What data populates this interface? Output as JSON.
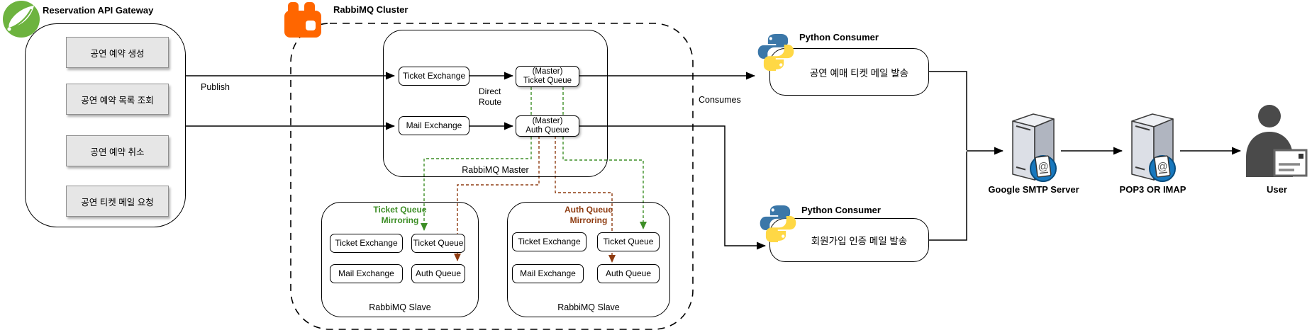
{
  "colors": {
    "spring_green": "#6DB33F",
    "rabbitmq_orange": "#FF6600",
    "python_blue": "#3B77A8",
    "python_yellow": "#FFD845",
    "mirror_green": "#3D8E26",
    "mirror_brown": "#8E3B10",
    "server_badge_blue": "#1878BE",
    "button_gray": "#E6E6E6"
  },
  "gateway": {
    "title": "Reservation API Gateway",
    "buttons": [
      "공연 예약 생성",
      "공연 예약 목록 조회",
      "공연 예약 취소",
      "공연 티켓 메일 요청"
    ]
  },
  "labels": {
    "publish": "Publish",
    "consumes": "Consumes",
    "direct_route": [
      "Direct",
      "Route"
    ]
  },
  "cluster": {
    "title": "RabbiMQ Cluster",
    "master": {
      "label": "RabbiMQ Master",
      "ticket_exchange": "Ticket Exchange",
      "mail_exchange": "Mail Exchange",
      "ticket_queue": [
        "(Master)",
        "Ticket Queue"
      ],
      "auth_queue": [
        "(Master)",
        "Auth Queue"
      ]
    },
    "slaves": [
      {
        "label": "RabbiMQ Slave",
        "mirroring": [
          "Ticket Queue",
          "Mirroring"
        ],
        "ticket_exchange": "Ticket Exchange",
        "ticket_queue": "Ticket Queue",
        "mail_exchange": "Mail Exchange",
        "auth_queue": "Auth Queue"
      },
      {
        "label": "RabbiMQ Slave",
        "mirroring": [
          "Auth Queue",
          "Mirroring"
        ],
        "ticket_exchange": "Ticket Exchange",
        "ticket_queue": "Ticket Queue",
        "mail_exchange": "Mail Exchange",
        "auth_queue": "Auth Queue"
      }
    ]
  },
  "consumers": [
    {
      "title": "Python Consumer",
      "text": "공연 예매 티켓 메일 발송"
    },
    {
      "title": "Python Consumer",
      "text": "회원가입 인증 메일 발송"
    }
  ],
  "endpoints": {
    "smtp": "Google SMTP Server",
    "pop3": "POP3 OR IMAP",
    "user": "User"
  }
}
